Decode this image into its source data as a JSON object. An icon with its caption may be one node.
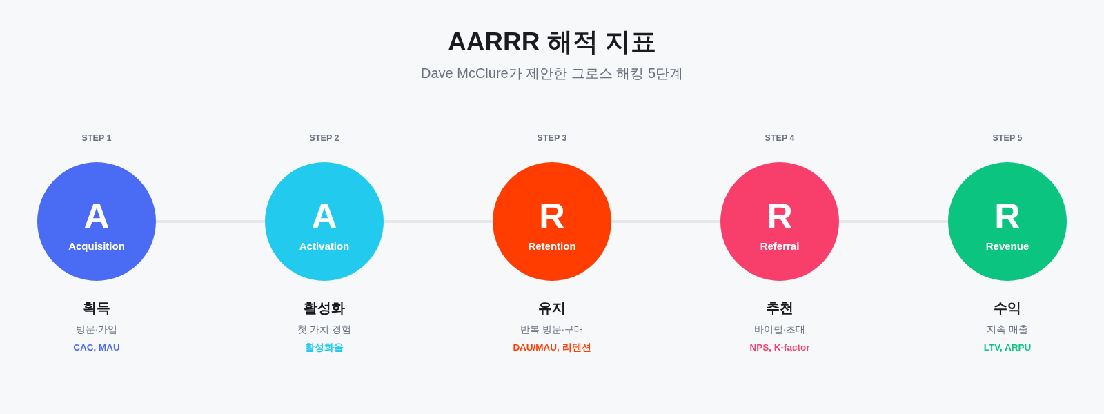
{
  "diagram": {
    "title": "AARRR 해적 지표",
    "labels": [
      "Dave McClure가 제안한 그로스 해킹 5단계"
    ],
    "nodes": [
      {
        "text": [
          "A",
          "Acquisition"
        ],
        "beside": [
          "STEP 1",
          "획득",
          "방문·가입",
          "CAC, MAU"
        ]
      },
      {
        "text": [
          "A",
          "Activation"
        ],
        "beside": [
          "STEP 2",
          "활성화",
          "첫 가치 경험",
          "활성화율"
        ]
      },
      {
        "text": [
          "R",
          "Retention"
        ],
        "beside": [
          "STEP 3",
          "유지",
          "반복 방문·구매",
          "DAU/MAU, 리텐션"
        ]
      },
      {
        "text": [
          "R",
          "Referral"
        ],
        "beside": [
          "STEP 4",
          "추천",
          "바이럴·초대",
          "NPS, K-factor"
        ]
      },
      {
        "text": [
          "R",
          "Revenue"
        ],
        "beside": [
          "STEP 5",
          "수익",
          "지속 매출",
          "LTV, ARPU"
        ]
      }
    ],
    "edges": [
      {
        "from": 0,
        "to": 1,
        "arrow": "none"
      },
      {
        "from": 1,
        "to": 2,
        "arrow": "none"
      },
      {
        "from": 2,
        "to": 3,
        "arrow": "none"
      },
      {
        "from": 3,
        "to": 4,
        "arrow": "none"
      }
    ]
  }
}
